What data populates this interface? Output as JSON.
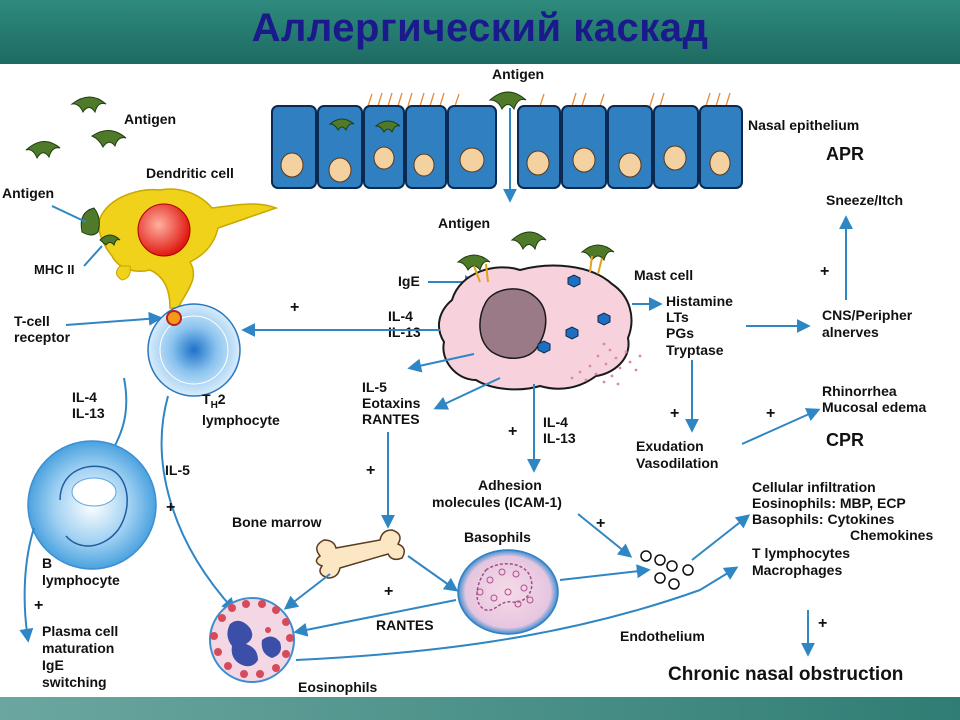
{
  "title": "Аллергический каскад",
  "labels": {
    "antigen_top": "Antigen",
    "antigen_tl": "Antigen",
    "antigen_left": "Antigen",
    "antigen_mast": "Antigen",
    "dendritic_cell": "Dendritic cell",
    "mhc2": "MHC II",
    "nasal_epithelium": "Nasal epithelium",
    "apr": "APR",
    "sneeze": "Sneeze/Itch",
    "tcell_receptor_1": "T-cell",
    "tcell_receptor_2": "receptor",
    "ige": "IgE",
    "mast_cell": "Mast cell",
    "mediators": [
      "Histamine",
      "LTs",
      "PGs",
      "Tryptase"
    ],
    "cns_1": "CNS/Peripher",
    "cns_2": "alnerves",
    "il4_il13_mast": [
      "IL-4",
      "IL-13"
    ],
    "th2_1": "T",
    "th2_sub": "H",
    "th2_2": "2",
    "th2_3": "lymphocyte",
    "il4_il13_left": [
      "IL-4",
      "IL-13"
    ],
    "il5_eot": [
      "IL-5",
      "Eotaxins",
      "RANTES"
    ],
    "il4_il13_mid": [
      "IL-4",
      "IL-13"
    ],
    "rhinorrhea": [
      "Rhinorrhea",
      "Mucosal edema"
    ],
    "cpr": "CPR",
    "exudation": [
      "Exudation",
      "Vasodilation"
    ],
    "adhesion": [
      "Adhesion",
      "molecules (ICAM-1)"
    ],
    "il5": "IL-5",
    "cellular": [
      "Cellular infiltration",
      "Eosinophils: MBP, ECP",
      "Basophils: Cytokines",
      "Chemokines",
      "T lymphocytes",
      "Macrophages"
    ],
    "bone_marrow": "Bone marrow",
    "basophils": "Basophils",
    "b_lymph": [
      "B",
      "lymphocyte"
    ],
    "plasma": [
      "Plasma cell",
      "maturation",
      "IgE",
      "switching"
    ],
    "rantes": "RANTES",
    "endothelium": "Endothelium",
    "chronic": "Chronic nasal obstruction",
    "eosinophils": "Eosinophils",
    "plus": "+"
  },
  "colors": {
    "header": "#1d6b62",
    "title": "#1a1a8c",
    "arrow": "#2f86c4",
    "epithelium": "#2f7fc1",
    "nucleus": "#f4d1a0",
    "antigen": "#4f7a2a",
    "dendritic": "#f0d21a",
    "mast": "#f7d2dc",
    "mast_nucleus": "#9a7a86"
  }
}
